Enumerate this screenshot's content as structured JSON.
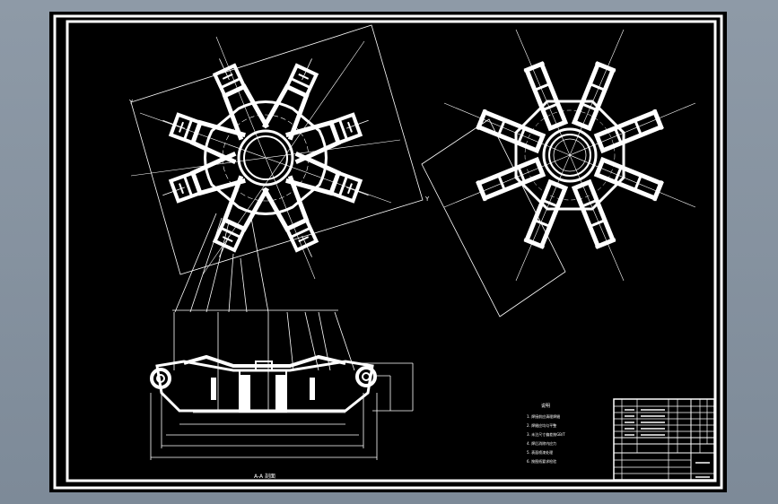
{
  "drawing": {
    "section_label": "A-A 剖面",
    "notes_title": "说明",
    "notes": [
      "1. 焊接前应清理焊缝",
      "2. 焊缝应均匀平整",
      "3. 未注尺寸偏差按GB/T",
      "4. 焊后消除内应力",
      "5. 表面喷漆处理",
      "6. 按图纸要求检验"
    ]
  },
  "colors": {
    "background": "#7f8c9a",
    "sheet": "#000000",
    "line": "#ffffff",
    "accent_line": "#e8e8ff"
  }
}
